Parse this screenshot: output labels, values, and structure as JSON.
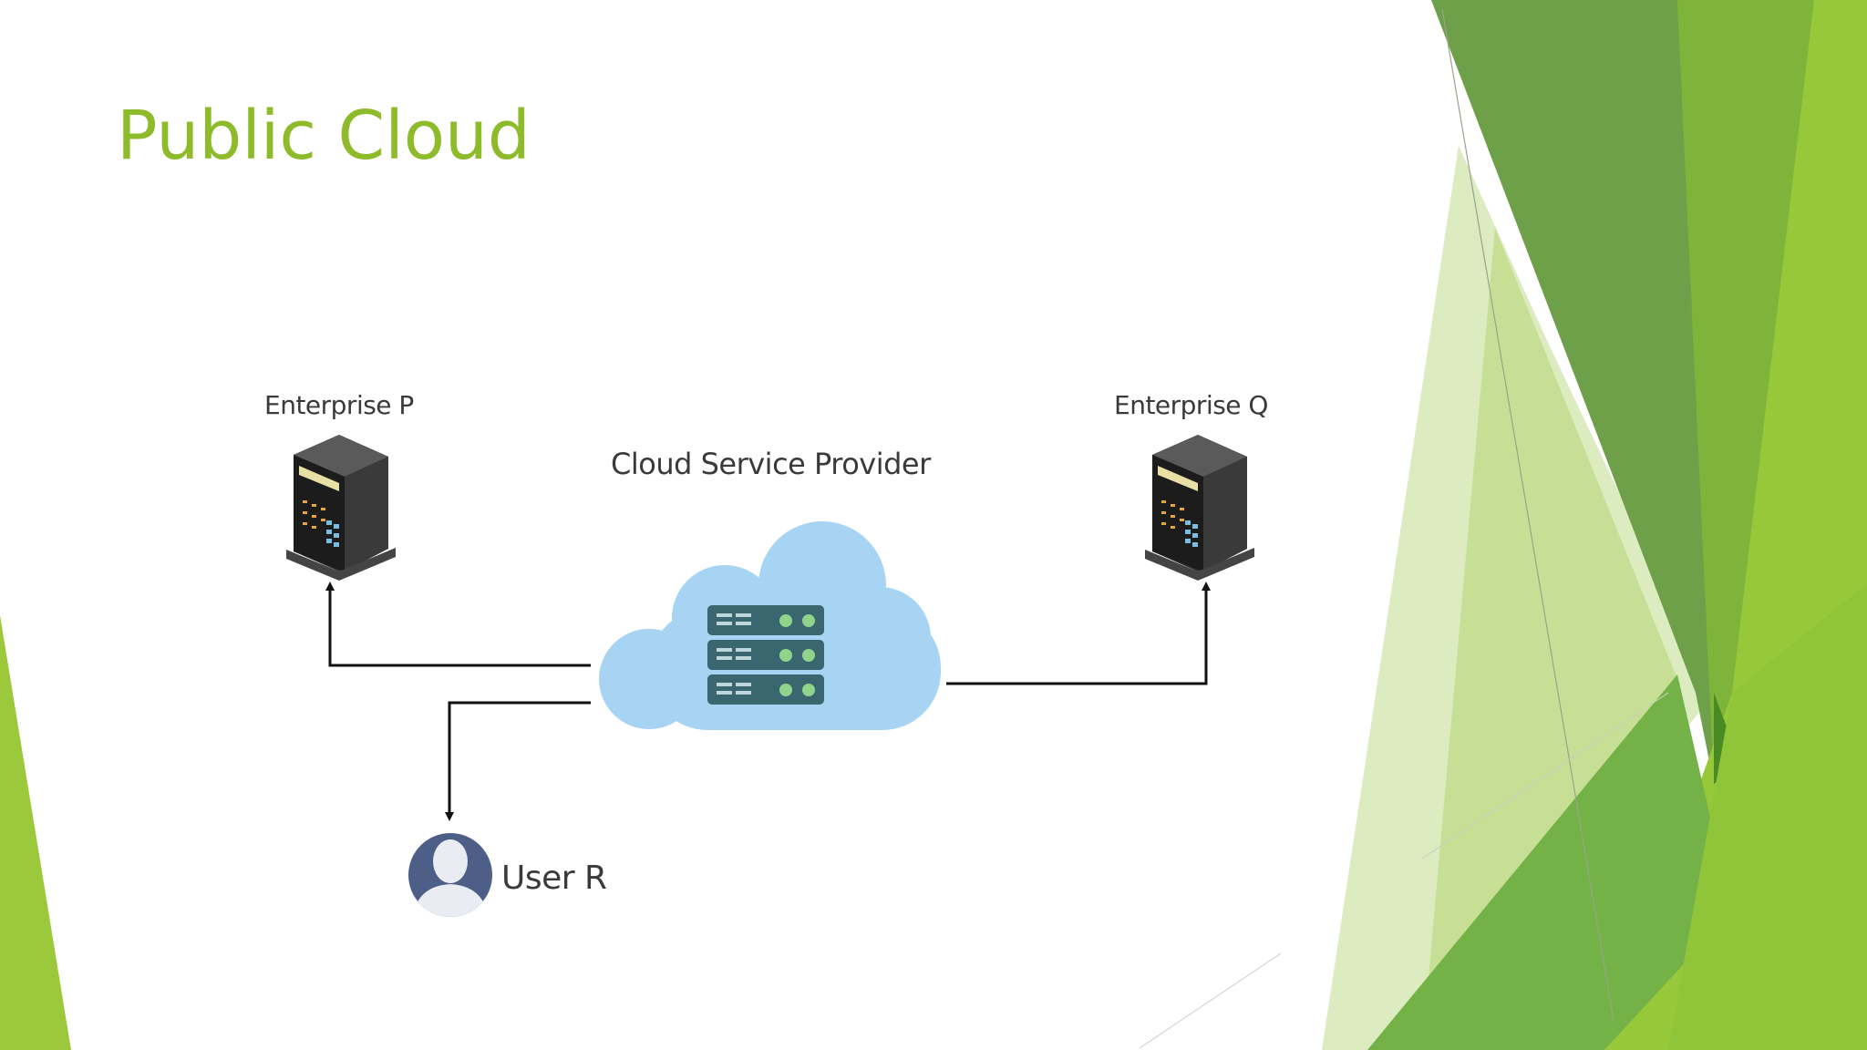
{
  "slide": {
    "title": "Public Cloud",
    "theme_colors": {
      "title": "#8dbb2a",
      "green_light": "#9cc83c",
      "green_mid": "#78b43c",
      "green_dark": "#5e9a34",
      "green_pale": "#dcebc0",
      "cloud": "#a8d4f4",
      "server_rack": "#3a6670",
      "server_led": "#8fd48a",
      "avatar": "#4d5f87",
      "connector": "#111111"
    }
  },
  "diagram": {
    "provider": {
      "label": "Cloud Service Provider",
      "icon": "cloud-server-icon"
    },
    "enterprise_p": {
      "label": "Enterprise P",
      "icon": "server-tower-icon"
    },
    "enterprise_q": {
      "label": "Enterprise Q",
      "icon": "server-tower-icon"
    },
    "user_r": {
      "label": "User R",
      "icon": "user-avatar-icon"
    },
    "connections": [
      {
        "from": "Cloud Service Provider",
        "to": "Enterprise P",
        "arrow": "to"
      },
      {
        "from": "Cloud Service Provider",
        "to": "Enterprise Q",
        "arrow": "to"
      },
      {
        "from": "Cloud Service Provider",
        "to": "User R",
        "arrow": "to"
      }
    ]
  }
}
